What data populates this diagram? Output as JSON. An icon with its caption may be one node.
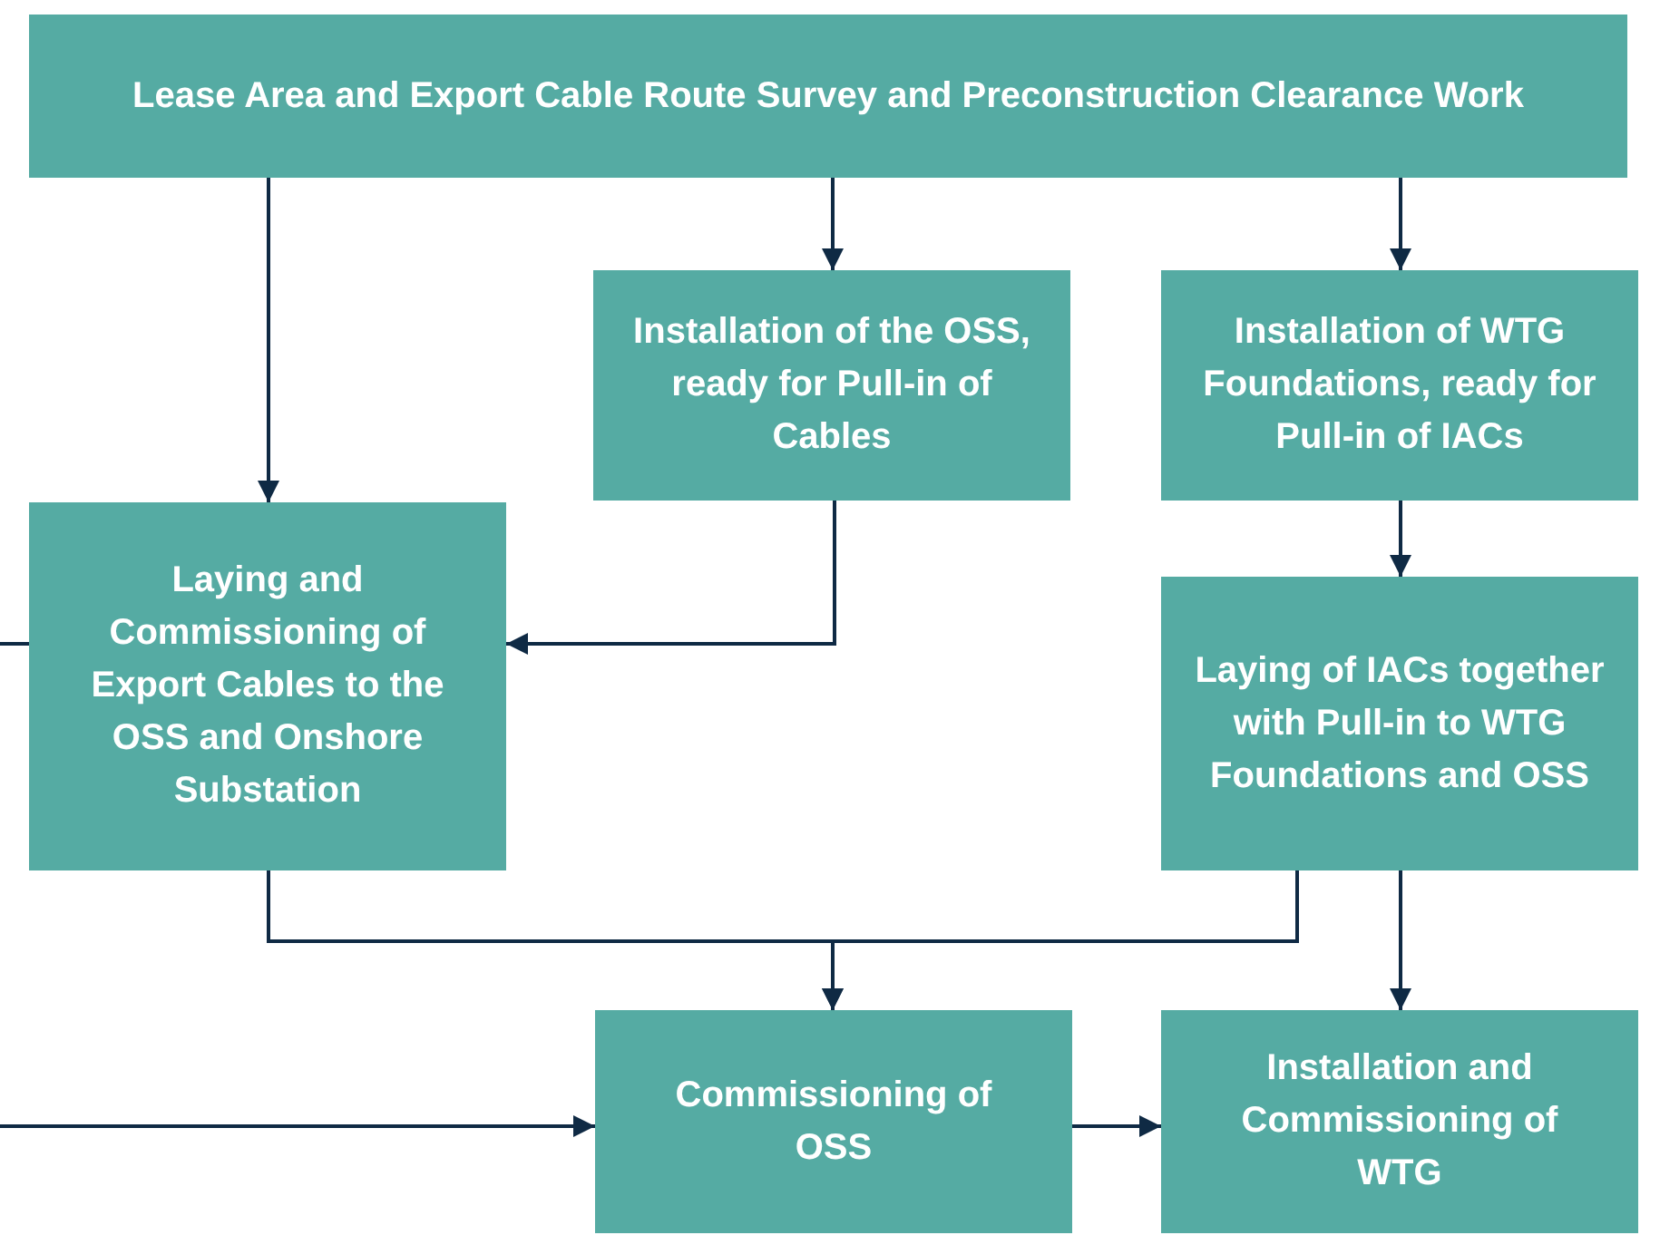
{
  "diagram": {
    "nodes": [
      {
        "text": [
          "Lease Area and Export Cable Route Survey and Preconstruction Clearance Work"
        ]
      },
      {
        "text": [
          "Installation of the OSS, ready for Pull-in of Cables"
        ]
      },
      {
        "text": [
          "Installation of WTG Foundations, ready for Pull-in of IACs"
        ]
      },
      {
        "text": [
          "Laying and Commissioning of Export Cables to the OSS and Onshore Substation"
        ]
      },
      {
        "text": [
          "Laying of IACs together with Pull-in to WTG Foundations and OSS"
        ]
      },
      {
        "text": [
          "Commissioning of OSS"
        ]
      },
      {
        "text": [
          "Installation and Commissioning of WTG"
        ]
      }
    ],
    "edges": [
      {
        "from": 0,
        "to": 3,
        "arrow": "to"
      },
      {
        "from": 0,
        "to": 1,
        "arrow": "to"
      },
      {
        "from": 0,
        "to": 2,
        "arrow": "to"
      },
      {
        "from": 1,
        "to": 3,
        "arrow": "to"
      },
      {
        "from": 3,
        "to": null,
        "arrow": "none"
      },
      {
        "from": 2,
        "to": 4,
        "arrow": "to"
      },
      {
        "from": 3,
        "to": 5,
        "arrow": "to"
      },
      {
        "from": 4,
        "to": 5,
        "arrow": "to"
      },
      {
        "from": 4,
        "to": 6,
        "arrow": "to"
      },
      {
        "from": null,
        "to": 5,
        "arrow": "to"
      },
      {
        "from": 5,
        "to": 6,
        "arrow": "to"
      }
    ]
  }
}
